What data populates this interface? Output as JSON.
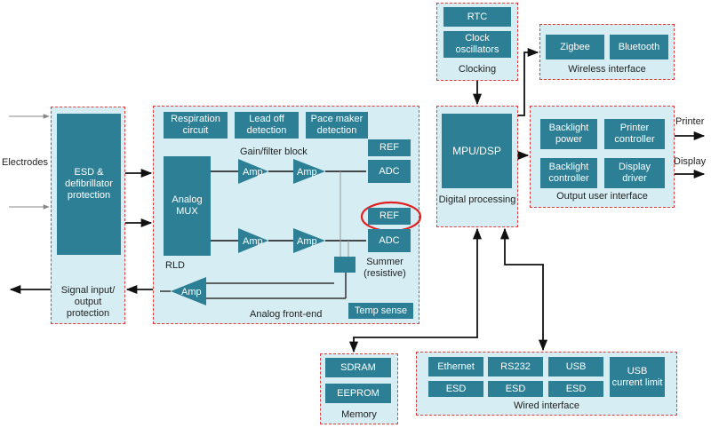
{
  "inputs": {
    "electrodes": "Electrodes"
  },
  "protection": {
    "esd": "ESD & defibrillator protection",
    "title": "Signal input/ output protection"
  },
  "afe": {
    "title": "Analog front-end",
    "respiration": "Respiration circuit",
    "lead_off": "Lead off detection",
    "pace_maker": "Pace maker detection",
    "gain_filter": "Gain/filter block",
    "mux": "Analog MUX",
    "rld": "RLD",
    "amp": "Amp",
    "ref_top": "REF",
    "adc_top": "ADC",
    "ref_bottom": "REF",
    "adc_bottom": "ADC",
    "summer": "Summer (resistive)",
    "temp_sense": "Temp sense"
  },
  "clocking": {
    "title": "Clocking",
    "rtc": "RTC",
    "clock": "Clock oscillators"
  },
  "digital": {
    "title": "Digital processing",
    "mpu": "MPU/DSP"
  },
  "wireless": {
    "title": "Wireless interface",
    "zigbee": "Zigbee",
    "bluetooth": "Bluetooth"
  },
  "output": {
    "title": "Output user interface",
    "backlight_power": "Backlight power",
    "printer_controller": "Printer controller",
    "backlight_controller": "Backlight controller",
    "display_driver": "Display driver",
    "printer": "Printer",
    "display": "Display"
  },
  "memory": {
    "title": "Memory",
    "sdram": "SDRAM",
    "eeprom": "EEPROM"
  },
  "wired": {
    "title": "Wired interface",
    "ethernet": "Ethernet",
    "rs232": "RS232",
    "usb": "USB",
    "esd": "ESD",
    "usb_current": "USB current limit"
  },
  "colors": {
    "block": "#2c7f95",
    "group_bg": "#d6edf3",
    "group_border": "#e23b3b",
    "highlight": "#e02020"
  }
}
